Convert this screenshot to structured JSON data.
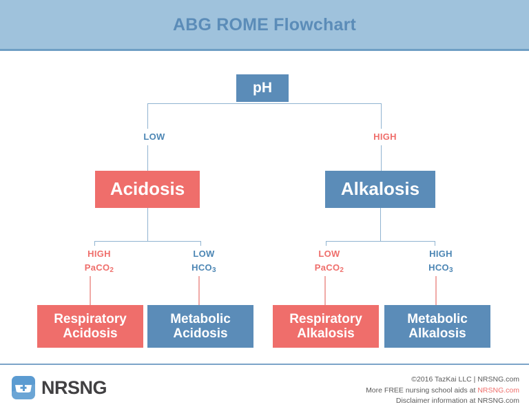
{
  "header": {
    "title": "ABG ROME Flowchart"
  },
  "flowchart": {
    "root": {
      "label": "pH"
    },
    "branch_labels": {
      "low": "LOW",
      "high": "HIGH"
    },
    "level2": {
      "acidosis": "Acidosis",
      "alkalosis": "Alkalosis"
    },
    "criteria": [
      {
        "line1": "HIGH",
        "line2_text": "PaCO",
        "line2_sub": "2"
      },
      {
        "line1": "LOW",
        "line2_text": "HCO",
        "line2_sub": "3"
      },
      {
        "line1": "LOW",
        "line2_text": "PaCO",
        "line2_sub": "2"
      },
      {
        "line1": "HIGH",
        "line2_text": "HCO",
        "line2_sub": "3"
      }
    ],
    "outcomes": [
      {
        "line1": "Respiratory",
        "line2": "Acidosis"
      },
      {
        "line1": "Metabolic",
        "line2": "Acidosis"
      },
      {
        "line1": "Respiratory",
        "line2": "Alkalosis"
      },
      {
        "line1": "Metabolic",
        "line2": "Alkalosis"
      }
    ]
  },
  "footer": {
    "logo_text": "NRSNG",
    "line1": "©2016 TazKai LLC | NRSNG.com",
    "line2_prefix": "More FREE nursing school aids at ",
    "line2_link": "NRSNG.com",
    "line3": "Disclaimer information at NRSNG.com"
  },
  "colors": {
    "header_bg": "#9fc2dc",
    "header_rule": "#6e9ec4",
    "blue": "#5b8cb8",
    "red": "#ef6e6b",
    "line_blue": "#8fb3d0",
    "line_pink": "#f0a9a6",
    "logo_blue": "#5b9bd1",
    "logo_text": "#414042"
  }
}
